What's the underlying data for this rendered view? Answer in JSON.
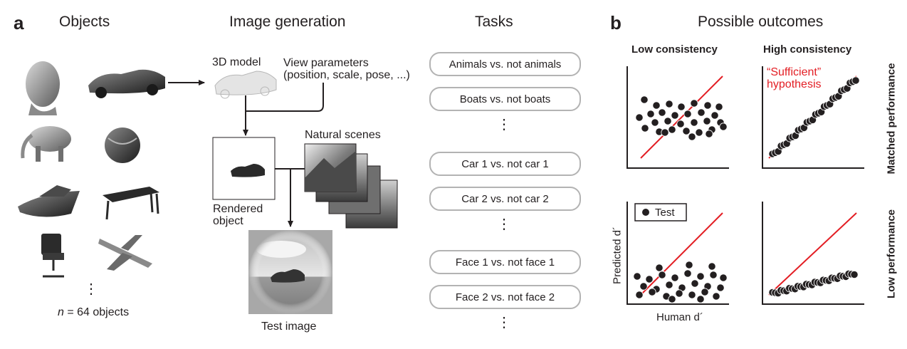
{
  "panel_a": {
    "letter": "a",
    "objects_heading": "Objects",
    "image_generation_heading": "Image generation",
    "tasks_heading": "Tasks",
    "n_italic": "n",
    "n_text": " = 64 objects",
    "more_objects": "⋮",
    "model_label": "3D model",
    "view_params_line1": "View parameters",
    "view_params_line2": "(position, scale, pose, ...)",
    "natural_scenes_label": "Natural scenes",
    "rendered_line1": "Rendered",
    "rendered_line2": "object",
    "test_image_label": "Test image",
    "tasks": [
      "Animals vs. not animals",
      "Boats vs. not boats",
      "Car 1 vs. not car 1",
      "Car 2 vs. not car 2",
      "Face 1 vs. not face 1",
      "Face 2 vs. not face 2"
    ],
    "ellipsis": "⋮"
  },
  "panel_b": {
    "letter": "b",
    "heading": "Possible outcomes",
    "col_low": "Low consistency",
    "col_high": "High consistency",
    "row_matched": "Matched performance",
    "row_low": "Low performance",
    "sufficient_line1": "“Sufficient”",
    "sufficient_line2": "hypothesis",
    "legend_label": "Test",
    "y_axis": "Predicted d´",
    "x_axis": "Human d´",
    "colors": {
      "accent": "#e31e24",
      "dot": "#231f20",
      "box": "#b3b3b3"
    }
  }
}
